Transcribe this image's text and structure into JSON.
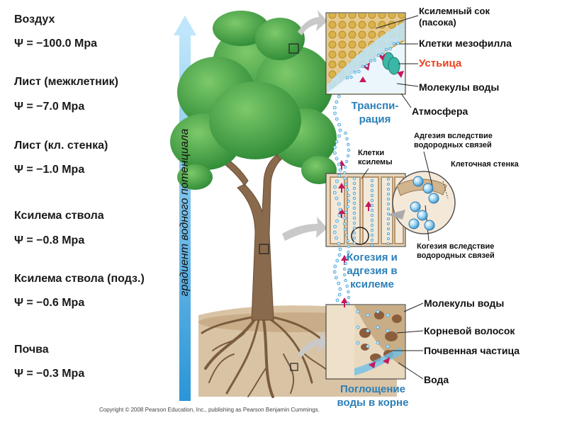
{
  "potentials": [
    {
      "name": "Воздух",
      "value": "Ψ = −100.0 Mpa"
    },
    {
      "name": "Лист (межклетник)",
      "value": "Ψ = −7.0 Mpa"
    },
    {
      "name": "Лист (кл. стенка)",
      "value": "Ψ = −1.0 Mpa"
    },
    {
      "name": "Ксилема ствола",
      "value": "Ψ = −0.8 Mpa"
    },
    {
      "name": "Ксилема ствола (подз.)",
      "value": "Ψ = −0.6 Mpa"
    },
    {
      "name": "Почва",
      "value": "Ψ = −0.3 Mpa"
    }
  ],
  "gradient_label": "градиент водного потенциала",
  "leaf_panel": {
    "labels": [
      "Ксилемный сок\n(пасока)",
      "Клетки мезофилла",
      "Устьица",
      "Молекулы воды",
      "Атмосфера"
    ],
    "stomata_color": "#e8401c",
    "caption": "Транспи-\nрация"
  },
  "stem_panel": {
    "xylem_cells": "Клетки\nксилемы",
    "adhesion": "Адгезия вследствие\nводородных связей",
    "cell_wall": "Клеточная стенка",
    "cohesion": "Когезия вследствие\nводородных связей",
    "caption": "Когезия и\nадгезия в\nксилеме"
  },
  "root_panel": {
    "labels": [
      "Молекулы воды",
      "Корневой волосок",
      "Почвенная частица",
      "Вода"
    ],
    "caption": "Поглощение\nводы в корне"
  },
  "copyright": "Copyright © 2008 Pearson Education, Inc., publishing as Pearson Benjamin Cummings.",
  "colors": {
    "arrow": "#5ab4e6",
    "caption": "#2b7fb8",
    "leaf": "#3c9a3c",
    "trunk": "#8a6a4c",
    "soil": "#d9c3a5",
    "flow_arrow": "#c8185a"
  }
}
